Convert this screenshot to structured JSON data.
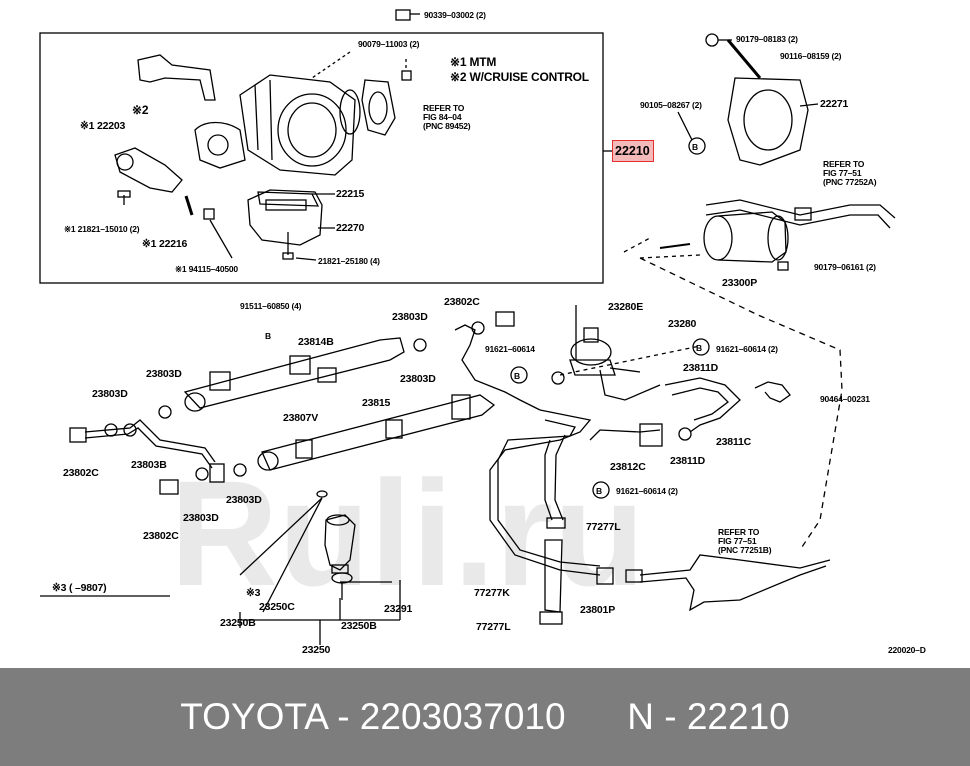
{
  "diagram": {
    "highlight_part": "22210",
    "watermark": "Ruli.ru",
    "drawing_code": "220020–D",
    "labels": {
      "p90339": "90339–03002 (2)",
      "p90079": "90079–11003 (2)",
      "note1": "※1 MTM",
      "note2": "※2 W/CRUISE CONTROL",
      "ref_8404": "REFER TO\nFIG 84–04\n(PNC 89452)",
      "s2": "※2",
      "s1_122203": "※1 22203",
      "s1_21821": "※1 21821–15010 (2)",
      "s1_22216": "※1 22216",
      "s1_94115": "※1 94115–40500",
      "p22215": "22215",
      "p22270": "22270",
      "p21821_25180": "21821–25180 (4)",
      "p90179_08183": "90179–08183 (2)",
      "p90116": "90116–08159 (2)",
      "p90105": "90105–08267 (2)",
      "p22271": "22271",
      "b_mark": "B",
      "ref_7751a": "REFER TO\nFIG 77–51\n(PNC 77252A)",
      "p90179_06161": "90179–06161 (2)",
      "p23300p": "23300P",
      "p91511": "91511–60850 (4)",
      "p23802c_top": "23802C",
      "p23280e": "23280E",
      "p23280": "23280",
      "p23803d_a": "23803D",
      "p23814b": "23814B",
      "p91621_a": "91621–60614",
      "p91621_b": "91621–60614 (2)",
      "p23803d_b": "23803D",
      "p23803d_c": "23803D",
      "p23811d_a": "23811D",
      "p23803d_left": "23803D",
      "p23815": "23815",
      "p90464": "90464–00231",
      "p23807v": "23807V",
      "p23811c": "23811C",
      "p23802c_l": "23802C",
      "p23803b": "23803B",
      "p23812c": "23812C",
      "p23811d_b": "23811D",
      "p23803d_d": "23803D",
      "p91621_c": "91621–60614 (2)",
      "p23803d_e": "23803D",
      "p77277l_a": "77277L",
      "p23802c_b": "23802C",
      "ref_7751b": "REFER TO\nFIG 77–51\n(PNC 77251B)",
      "s3_range": "※3 (   –9807)",
      "s3": "※3",
      "p23250c": "23250C",
      "p23291": "23291",
      "p77277k": "77277K",
      "p23801p": "23801P",
      "p23250b_a": "23250B",
      "p23250b_b": "23250B",
      "p77277l_b": "77277L",
      "p23250": "23250"
    }
  },
  "footer": {
    "text": "TOYOTA - 2203037010      N - 22210"
  }
}
